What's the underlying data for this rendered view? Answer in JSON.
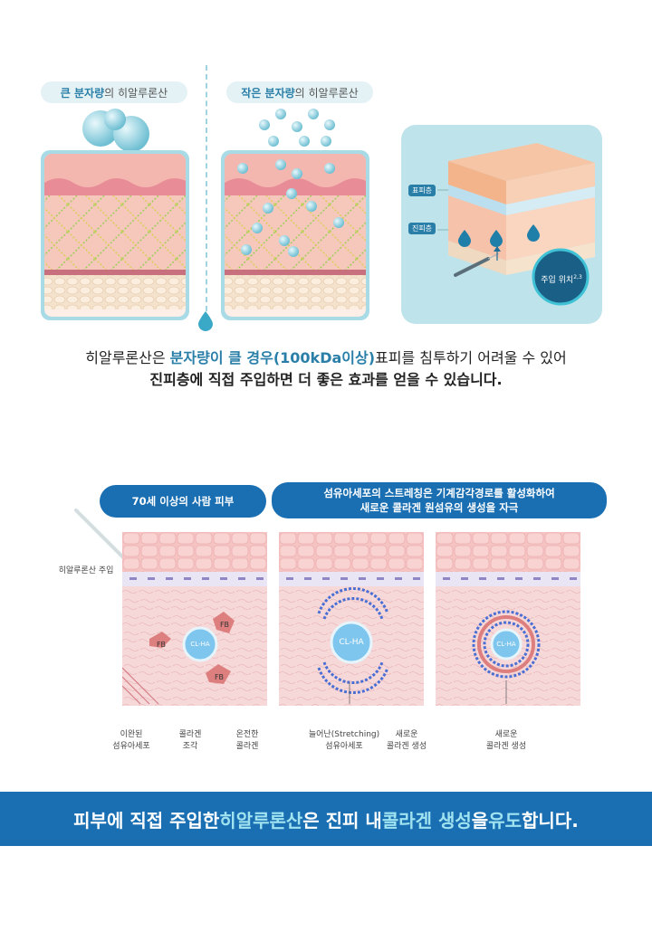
{
  "top": {
    "pill_large": {
      "strong": "큰 분자량",
      "rest": "의 히알루론산"
    },
    "pill_small": {
      "strong": "작은 분자량",
      "rest": "의 히알루론산"
    },
    "inset": {
      "epidermis": "표피층",
      "dermis": "진피층",
      "injection_site": "주입 위치",
      "injection_sup": "2,3"
    }
  },
  "caption": {
    "line1_a": "히알루론산은 ",
    "line1_hl": "분자량이 클 경우(100kDa이상)",
    "line1_b": "표피를 침투하기 어려울 수 있어",
    "line2": "진피층에 직접 주입하면 더 좋은 효과를 얻을 수 있습니다."
  },
  "bottom": {
    "pill_left": "70세 이상의 사람 피부",
    "pill_right_1": "섬유아세포의 스트레칭은 기계감각경로를 활성화하여",
    "pill_right_2": "새로운 콜라겐 원섬유의 생성을 자극",
    "injection_label": "히알루론산 주입",
    "cell_center": "CL-HA",
    "fb": "FB",
    "labels": {
      "detached_1": "이완된",
      "detached_2": "섬유아세포",
      "fragment_1": "콜라겐",
      "fragment_2": "조각",
      "intact_1": "온전한",
      "intact_2": "콜라겐",
      "stretch_1": "늘어난(Stretching)",
      "stretch_2": "섬유아세포",
      "new_1": "새로운",
      "new_2": "콜라겐 생성",
      "new3_1": "새로운",
      "new3_2": "콜라겐 생성"
    }
  },
  "banner": {
    "a": "피부에 직접 주입한 ",
    "hl1": "히알루론산",
    "b": "은 진피 내 ",
    "hl2": "콜라겐 생성",
    "c": "을 ",
    "hl3": "유도",
    "d": "합니다."
  },
  "colors": {
    "accent": "#1a6fb3",
    "teal": "#2a7fa8",
    "panel": "#bfe3ea"
  }
}
